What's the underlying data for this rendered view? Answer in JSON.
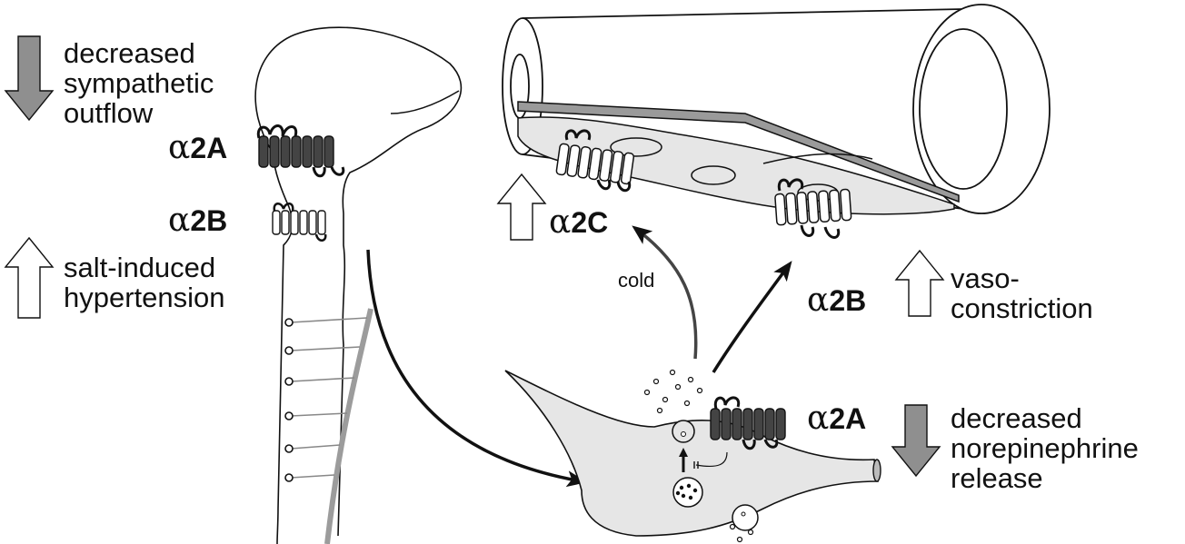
{
  "colors": {
    "line": "#111111",
    "gray_arrow": "#8f8f8f",
    "cell_fill": "#e6e6e6",
    "muscle": "#9a9a9a",
    "spine": "#9c9c9c"
  },
  "labels": {
    "top_left": [
      "decreased",
      "sympathetic",
      "outflow"
    ],
    "mid_left": [
      "salt-induced",
      "hypertension"
    ],
    "right_mid": [
      "vaso-",
      "constriction"
    ],
    "right_bottom": [
      "decreased",
      "norepinephrine",
      "release"
    ],
    "cold": "cold"
  },
  "receptors": {
    "brain_2a": {
      "greek": "α",
      "sub": "2A"
    },
    "brain_2b": {
      "greek": "α",
      "sub": "2B"
    },
    "vessel_2c": {
      "greek": "α",
      "sub": "2C"
    },
    "vessel_2b": {
      "greek": "α",
      "sub": "2B"
    },
    "neuron_2a": {
      "greek": "α",
      "sub": "2A"
    }
  },
  "icons": [
    "down-arrow-icon",
    "up-arrow-icon",
    "receptor-icon",
    "vesicle-icon"
  ]
}
